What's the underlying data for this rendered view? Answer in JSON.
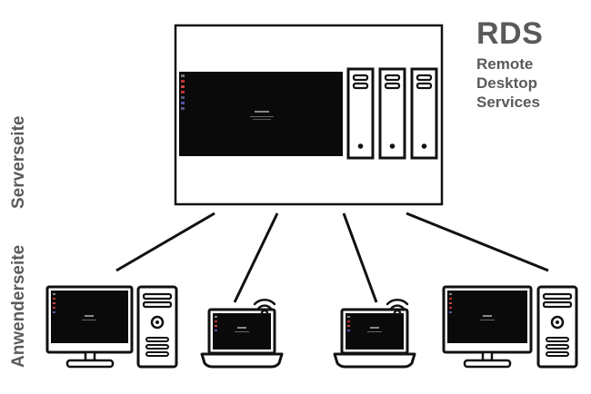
{
  "labels": {
    "product_abbr": "RDS",
    "product_name": "Remote Desktop Services",
    "server_side": "Serverseite",
    "client_side": "Anwenderseite"
  },
  "colors": {
    "label_gray": "#5a5a5a",
    "line": "#111111",
    "screen": "#0a0a0a",
    "device": "#ffffff"
  },
  "icons": {
    "server_rack": "server-rack-icon",
    "desktop_monitor": "desktop-monitor-icon",
    "desktop_tower": "desktop-tower-icon",
    "laptop": "laptop-icon",
    "wifi": "wifi-icon"
  }
}
